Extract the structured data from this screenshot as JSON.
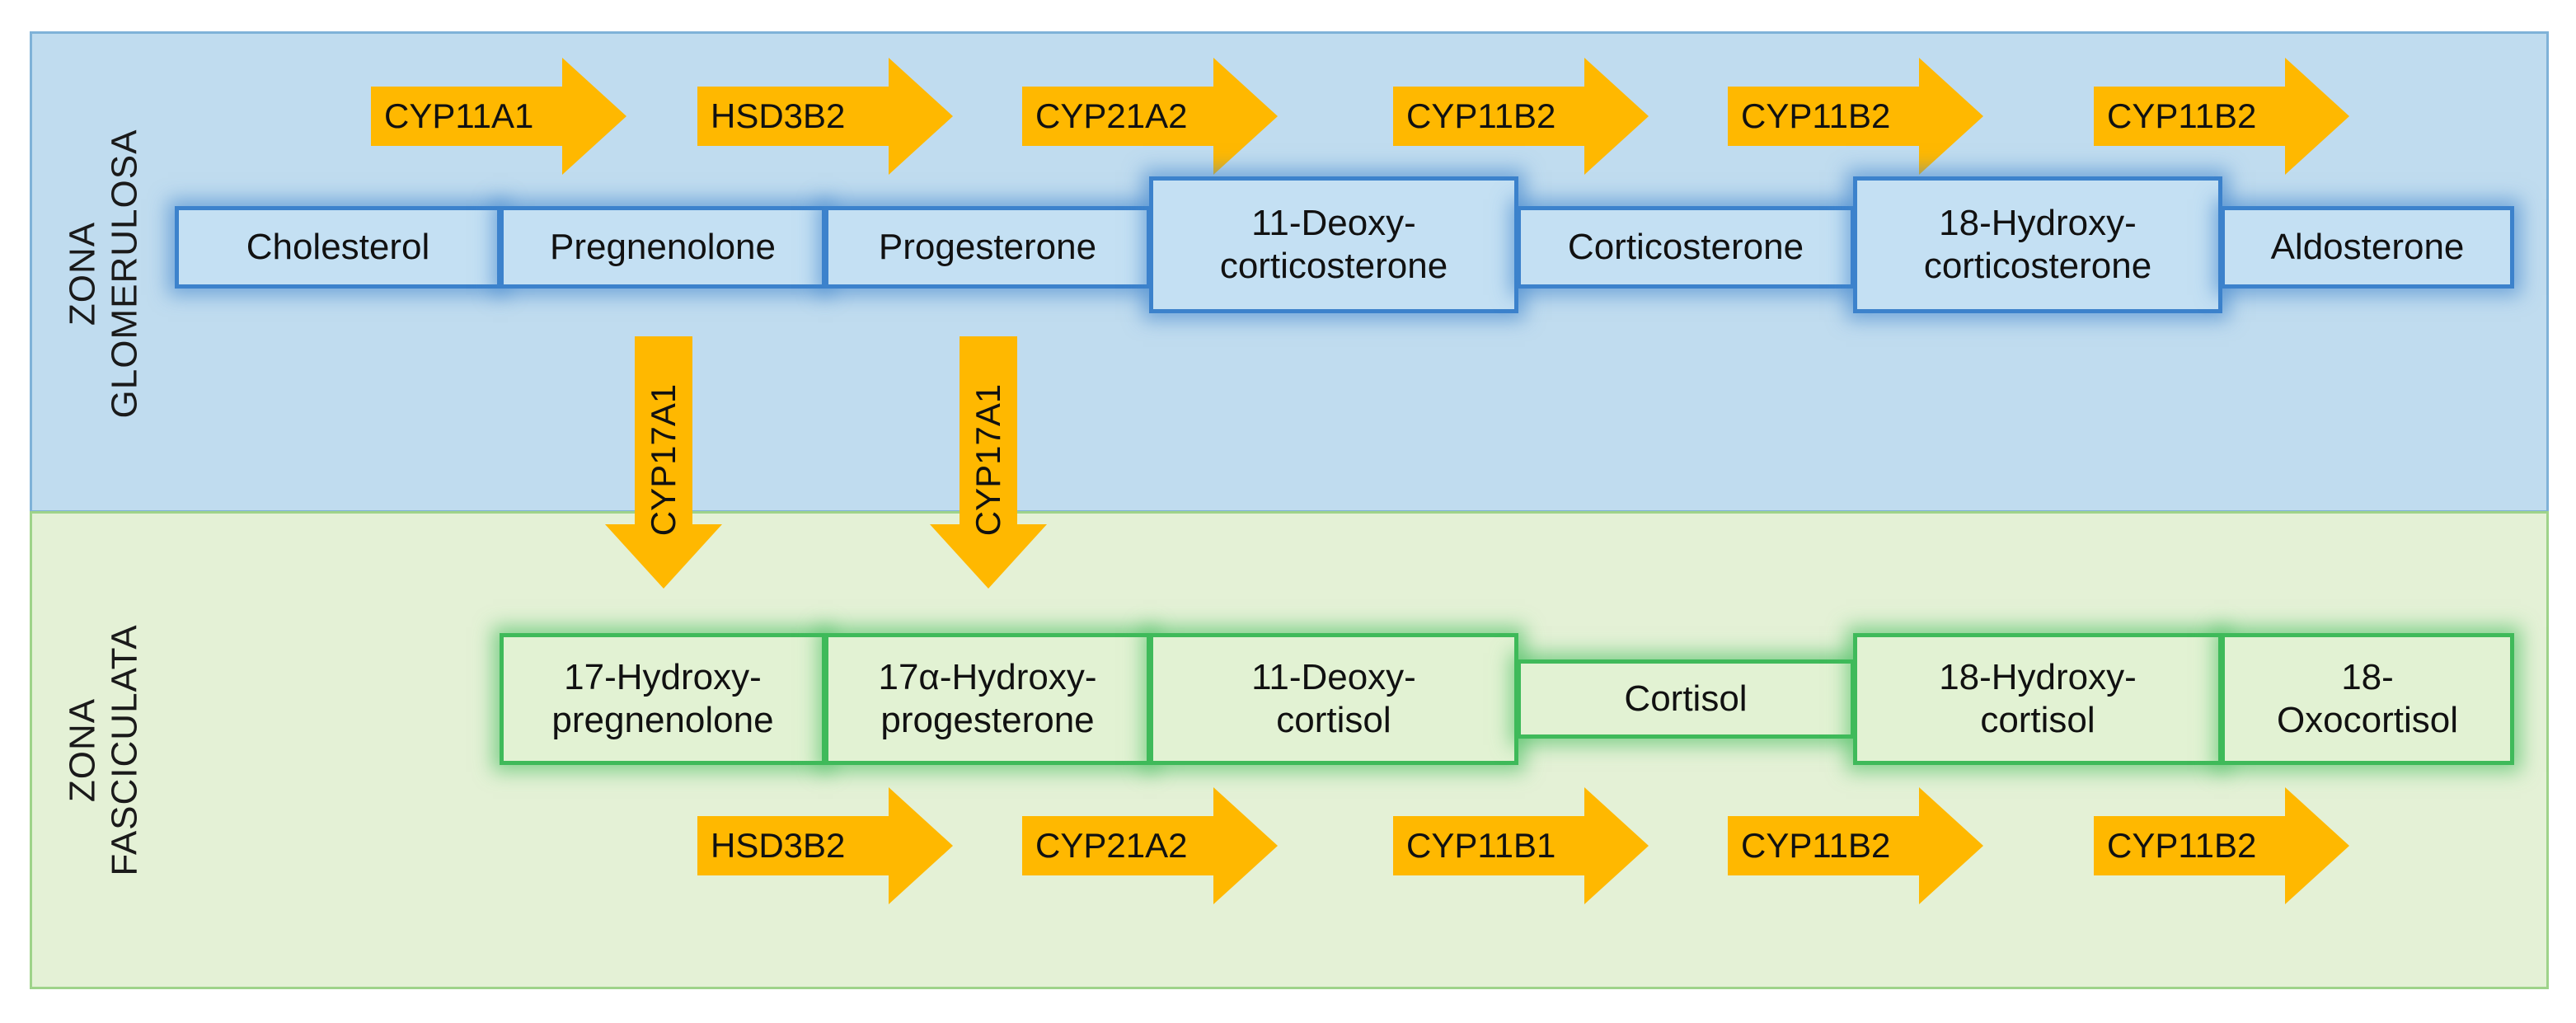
{
  "colors": {
    "glomerulosa_bg": "#c0dcef",
    "fasciculata_bg": "#e4f1d6",
    "blue_box_border": "#3c82cc",
    "green_box_border": "#3fba5a",
    "arrow_fill": "#ffb800"
  },
  "zones": {
    "glomerulosa": {
      "line1": "ZONA",
      "line2": "GLOMERULOSA"
    },
    "fasciculata": {
      "line1": "ZONA",
      "line2": "FASCICULATA"
    }
  },
  "glomerulosa_steroids": [
    "Cholesterol",
    "Pregnenolone",
    "Progesterone",
    "11-Deoxy-\ncorticosterone",
    "Corticosterone",
    "18-Hydroxy-\ncorticosterone",
    "Aldosterone"
  ],
  "fasciculata_steroids": [
    "17-Hydroxy-\npregnenolone",
    "17α-Hydroxy-\nprogesterone",
    "11-Deoxy-\ncortisol",
    "Cortisol",
    "18-Hydroxy-\ncortisol",
    "18-\nOxocortisol"
  ],
  "glomerulosa_enzymes": [
    "CYP11A1",
    "HSD3B2",
    "CYP21A2",
    "CYP11B2",
    "CYP11B2",
    "CYP11B2"
  ],
  "cross_enzymes": [
    "CYP17A1",
    "CYP17A1"
  ],
  "fasciculata_enzymes": [
    "HSD3B2",
    "CYP21A2",
    "CYP11B1",
    "CYP11B2",
    "CYP11B2"
  ]
}
